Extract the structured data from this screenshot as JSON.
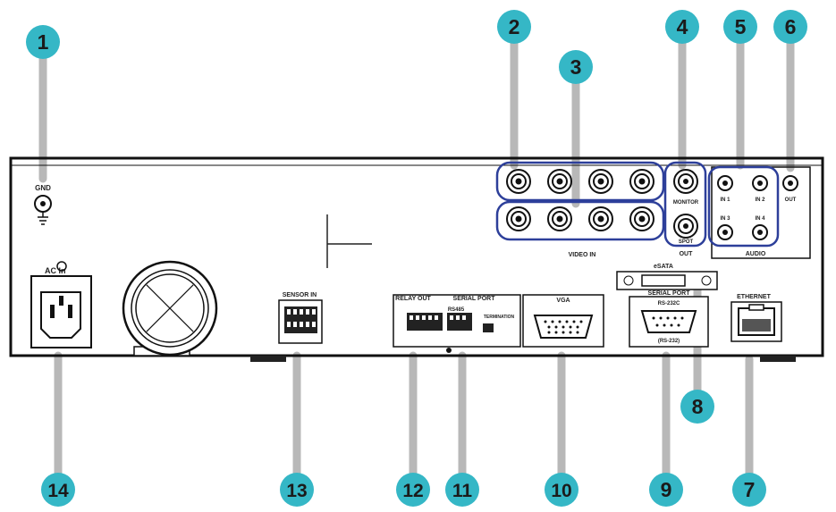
{
  "panel": {
    "gnd": "GND",
    "ac_in": "AC In",
    "video_in": "VIDEO IN",
    "monitor": "MONITOR",
    "spot": "SPOT",
    "out": "OUT",
    "audio": "AUDIO",
    "out_short": "OUT",
    "in1": "IN 1",
    "in2": "IN 2",
    "in3": "IN 3",
    "in4": "IN 4",
    "esata": "eSATA",
    "serial_port_rs": "SERIAL PORT",
    "rs232": "RS-232C",
    "rs232_sub": "(RS-232)",
    "vga": "VGA",
    "serial_port": "SERIAL PORT",
    "rs485": "RS485",
    "termination": "TERMINATION",
    "relay_out": "RELAY OUT",
    "sensor_in": "SENSOR IN",
    "ethernet": "ETHERNET"
  },
  "callouts": [
    "1",
    "2",
    "3",
    "4",
    "5",
    "6",
    "7",
    "8",
    "9",
    "10",
    "11",
    "12",
    "13",
    "14"
  ],
  "colors": {
    "callout_fill": "#35b7c6",
    "leader": "#b8b8b8",
    "highlight": "#2d3f9a",
    "panel_edge": "#111111"
  }
}
